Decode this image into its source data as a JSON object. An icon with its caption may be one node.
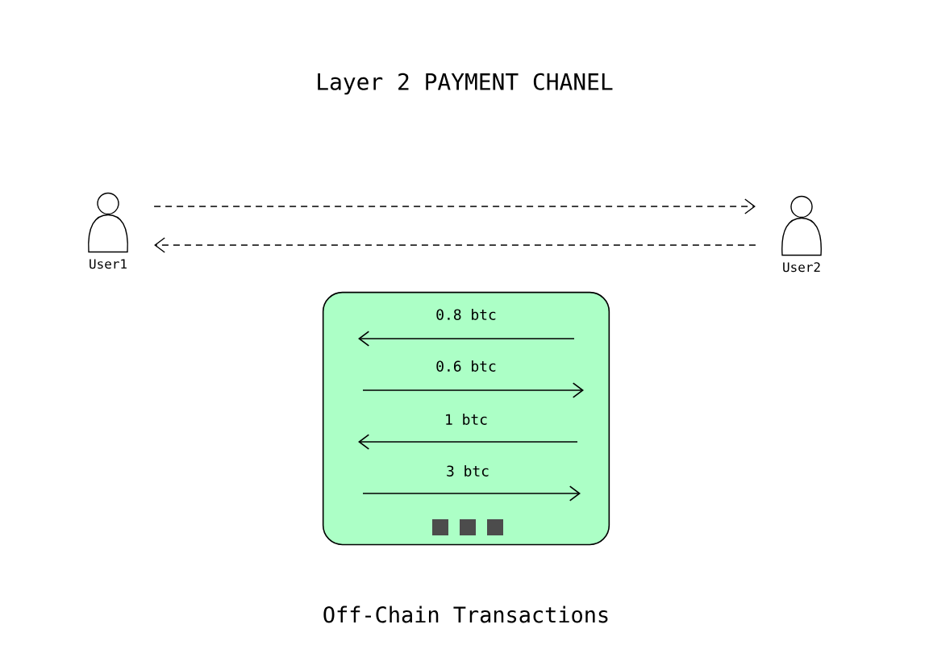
{
  "diagram": {
    "title": "Layer 2 PAYMENT CHANEL",
    "nodes": [
      {
        "text": [
          "User1"
        ]
      },
      {
        "text": [
          "User2"
        ]
      },
      {
        "text": [],
        "shape": "box",
        "beside": [
          "Off-Chain Transactions"
        ]
      }
    ],
    "edges": [
      {
        "from": 0,
        "to": 1,
        "arrow": "to",
        "style": "dashed"
      },
      {
        "from": 1,
        "to": 0,
        "arrow": "to",
        "style": "dashed"
      }
    ],
    "labels": [
      "0.8 btc",
      "0.6 btc",
      "1 btc",
      "3 btc"
    ]
  }
}
